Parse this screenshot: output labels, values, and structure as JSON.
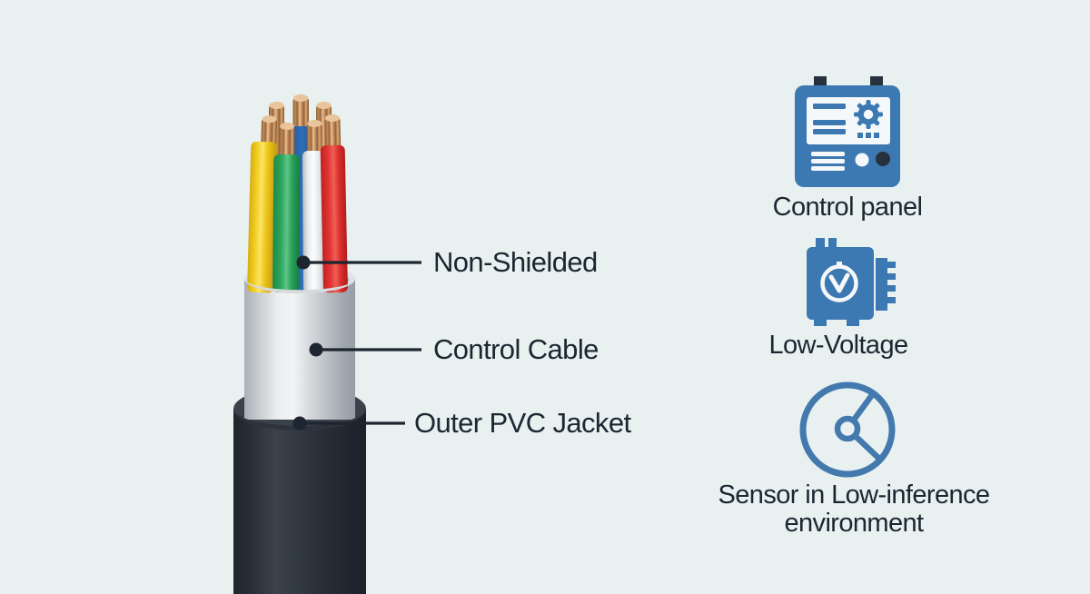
{
  "background_color": "#e8f1f0",
  "text_color": "#1c2631",
  "cable": {
    "leader_color": "#1d2530",
    "labels": [
      {
        "text": "Non-Shielded"
      },
      {
        "text": "Control Cable"
      },
      {
        "text": "Outer PVC Jacket"
      }
    ],
    "wire_colors": [
      "#f2ce1f",
      "#2ba55c",
      "#2f6fb7",
      "#f5f6f7",
      "#e23434"
    ],
    "copper_color": "#c08a58",
    "sheath_color": "#d9dcdf",
    "jacket_color": "#2b323b"
  },
  "features": {
    "icon_color": "#3c78b1",
    "icon_dark_color": "#27313e",
    "items": [
      {
        "label": "Control panel"
      },
      {
        "label": "Low-Voltage"
      },
      {
        "label": "Sensor in Low-inference environment"
      }
    ]
  }
}
